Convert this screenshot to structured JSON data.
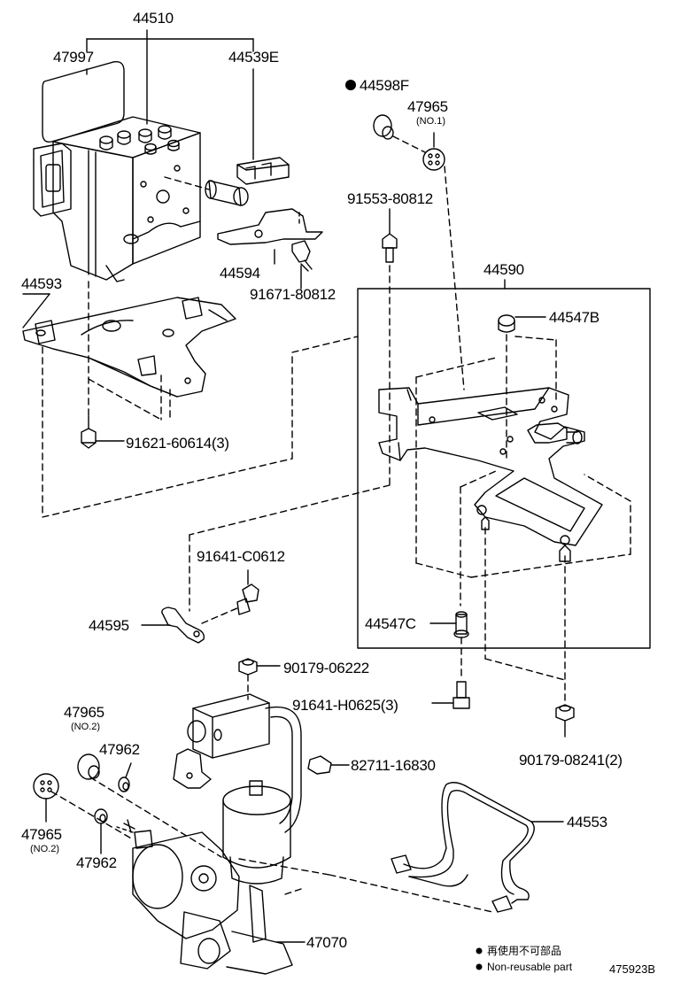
{
  "labels": {
    "p44510": "44510",
    "p47997": "47997",
    "p44539E": "44539E",
    "p44598F": "44598F",
    "p47965a": "47965",
    "no1": "(NO.1)",
    "p91553": "91553-80812",
    "p44590": "44590",
    "p44547B": "44547B",
    "p44594": "44594",
    "p91671": "91671-80812",
    "p44593": "44593",
    "p91621": "91621-60614(3)",
    "p91641c": "91641-C0612",
    "p44595": "44595",
    "p44547C": "44547C",
    "p90179a": "90179-06222",
    "p91641h": "91641-H0625(3)",
    "p47965b": "47965",
    "no2a": "(NO.2)",
    "p47962a": "47962",
    "p82711": "82711-16830",
    "p90179b": "90179-08241(2)",
    "p44553": "44553",
    "p47965c": "47965",
    "no2b": "(NO.2)",
    "p47962b": "47962",
    "p47070": "47070"
  },
  "legend": {
    "jp": "再使用不可部品",
    "en": "Non-reusable part"
  },
  "diagram_code": "475923B",
  "icons": {
    "bullet": "filled-circle-icon"
  }
}
